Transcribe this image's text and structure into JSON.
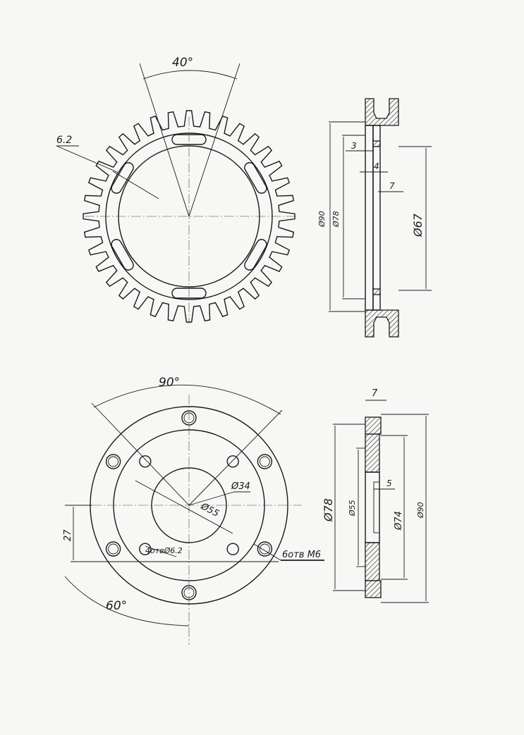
{
  "drawing": {
    "top_view": {
      "angle_label": "40°",
      "width_label": "6.2"
    },
    "top_section": {
      "dim_3": "3",
      "dim_4": "4",
      "dim_7": "7",
      "dia_90": "Ø90",
      "dia_78": "Ø78",
      "dia_67": "Ø67"
    },
    "bottom_view": {
      "angle_90": "90°",
      "angle_60": "60°",
      "dim_27": "27",
      "dia_34": "Ø34",
      "dia_55": "Ø55",
      "holes_62": "4отвØ6.2",
      "holes_m6": "6отв М6"
    },
    "bottom_section": {
      "dim_7": "7",
      "dim_5": "5",
      "dia_78": "Ø78",
      "dia_55": "Ø55",
      "dia_74": "Ø74",
      "dia_90": "Ø90"
    }
  }
}
